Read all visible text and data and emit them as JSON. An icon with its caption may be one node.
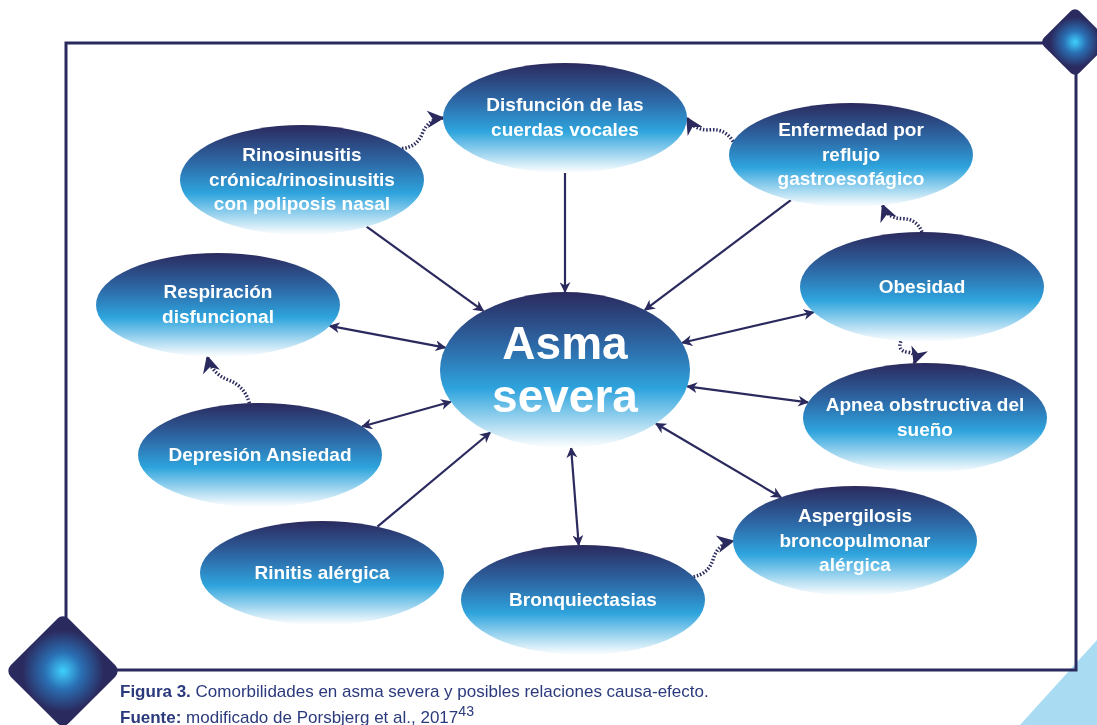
{
  "diagram": {
    "caption": "**Figura 3.** Comorbilidades en asma severa y posibles relaciones causa-efecto.",
    "nodes": [
      {
        "text": [
          "Asma severa"
        ]
      },
      {
        "text": [
          "Disfunción de las cuerdas vocales"
        ]
      },
      {
        "text": [
          "Enfermedad por reflujo gastroesofágico"
        ]
      },
      {
        "text": [
          "Rinosinusitis crónica/rinosinusitis con poliposis nasal"
        ]
      },
      {
        "text": [
          "Respiración disfuncional"
        ]
      },
      {
        "text": [
          "Obesidad"
        ]
      },
      {
        "text": [
          "Depresión Ansiedad"
        ]
      },
      {
        "text": [
          "Apnea obstructiva del sueño"
        ]
      },
      {
        "text": [
          "Rinitis alérgica"
        ]
      },
      {
        "text": [
          "Aspergilosis broncopulmonar alérgica"
        ]
      },
      {
        "text": [
          "Bronquiectasias"
        ]
      }
    ],
    "edges": [
      {
        "from": 1,
        "to": 0,
        "arrow": "to"
      },
      {
        "from": 2,
        "to": 0,
        "arrow": "to"
      },
      {
        "from": 3,
        "to": 0,
        "arrow": "to"
      },
      {
        "from": 4,
        "to": 0,
        "arrow": "both"
      },
      {
        "from": 5,
        "to": 0,
        "arrow": "both"
      },
      {
        "from": 6,
        "to": 0,
        "arrow": "both"
      },
      {
        "from": 7,
        "to": 0,
        "arrow": "both"
      },
      {
        "from": 8,
        "to": 0,
        "arrow": "to"
      },
      {
        "from": 9,
        "to": 0,
        "arrow": "both"
      },
      {
        "from": 10,
        "to": 0,
        "arrow": "both"
      },
      {
        "from": 3,
        "to": 1,
        "arrow": "to",
        "style": "dashed"
      },
      {
        "from": 2,
        "to": 1,
        "arrow": "to",
        "style": "dashed"
      },
      {
        "from": 5,
        "to": 2,
        "arrow": "to",
        "style": "dashed"
      },
      {
        "from": 5,
        "to": 7,
        "arrow": "to",
        "style": "dashed"
      },
      {
        "from": 6,
        "to": 4,
        "arrow": "to",
        "style": "dashed"
      },
      {
        "from": 10,
        "to": 9,
        "arrow": "to",
        "style": "dashed"
      }
    ],
    "labels": [
      "**Fuente:** modificado de Porsbjerg et al., 2017$^{43}$"
    ]
  }
}
